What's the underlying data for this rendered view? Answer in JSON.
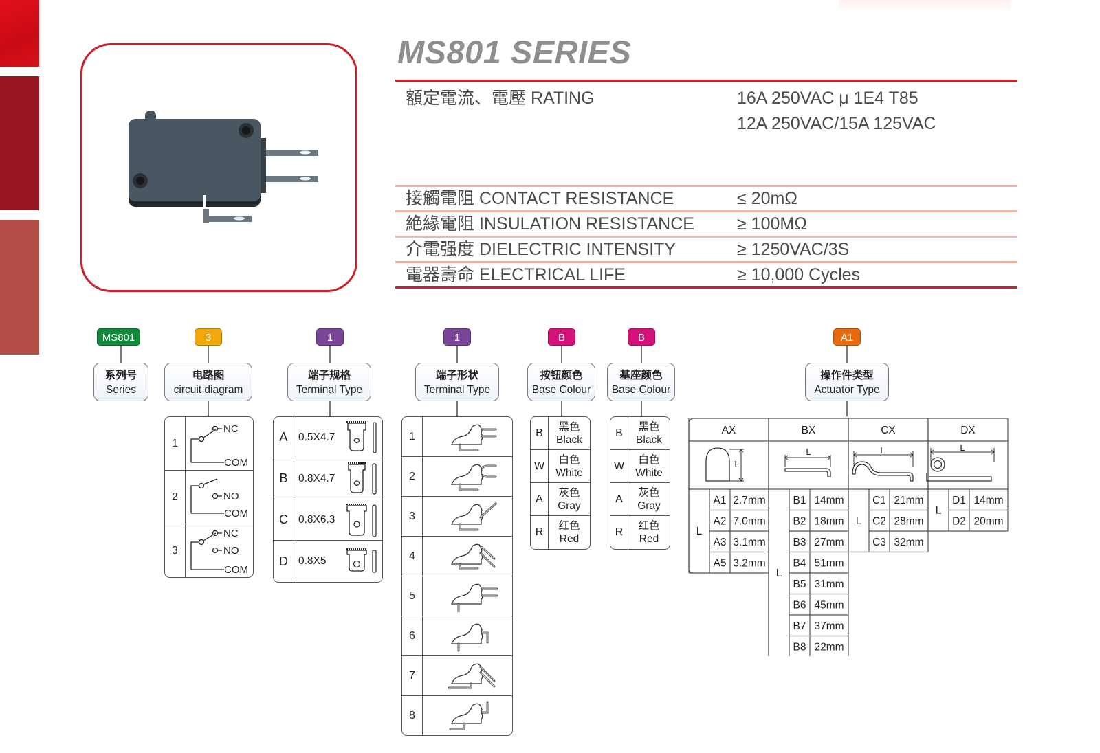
{
  "page": {
    "series_title": "MS801 SERIES",
    "colors": {
      "brand_red": "#cc1f2a",
      "divider_pink": "#efb6a8",
      "title_gray": "#8e8e90"
    }
  },
  "product_photo": {
    "alt": "MS801 micro switch, dark gray body with three quick-connect terminals"
  },
  "specs": {
    "rating": {
      "label": "額定電流、電壓 RATING",
      "values": [
        "16A 250VAC μ 1E4 T85",
        "12A 250VAC/15A 125VAC"
      ]
    },
    "rows": [
      {
        "label": "接觸電阻 CONTACT RESISTANCE",
        "value": "≤ 20mΩ"
      },
      {
        "label": "絶緣電阻 INSULATION RESISTANCE",
        "value": "≥ 100MΩ"
      },
      {
        "label": "介電强度 DIELECTRIC INTENSITY",
        "value": "≥ 1250VAC/3S"
      },
      {
        "label": "電器壽命 ELECTRICAL LIFE",
        "value": "≥ 10,000 Cycles"
      }
    ]
  },
  "ordering_code": {
    "segments": [
      {
        "code": "MS801",
        "color": "#0f8a3a",
        "zh": "系列号",
        "en": "Series"
      },
      {
        "code": "3",
        "color": "#f2a80a",
        "zh": "电路图",
        "en": "circuit diagram"
      },
      {
        "code": "1",
        "color": "#7b4597",
        "zh": "端子规格",
        "en": "Terminal Type"
      },
      {
        "code": "1",
        "color": "#7b4597",
        "zh": "端子形状",
        "en": "Terminal Type"
      },
      {
        "code": "B",
        "color": "#d4107a",
        "zh": "按钮颜色",
        "en": "Base Colour"
      },
      {
        "code": "B",
        "color": "#d4107a",
        "zh": "基座颜色",
        "en": "Base Colour"
      },
      {
        "code": "A1",
        "color": "#e8690f",
        "zh": "操作件类型",
        "en": "Actuator Type"
      }
    ]
  },
  "circuit_diagram": {
    "rows": [
      {
        "num": "1",
        "terminals": [
          "NC",
          "COM"
        ]
      },
      {
        "num": "2",
        "terminals": [
          "NO",
          "COM"
        ]
      },
      {
        "num": "3",
        "terminals": [
          "NC",
          "NO",
          "COM"
        ]
      }
    ]
  },
  "terminal_spec": {
    "rows": [
      {
        "letter": "A",
        "size": "0.5X4.7"
      },
      {
        "letter": "B",
        "size": "0.8X4.7"
      },
      {
        "letter": "C",
        "size": "0.8X6.3"
      },
      {
        "letter": "D",
        "size": "0.8X5"
      }
    ]
  },
  "terminal_shape": {
    "rows": [
      {
        "num": "1"
      },
      {
        "num": "2"
      },
      {
        "num": "3"
      },
      {
        "num": "4"
      },
      {
        "num": "5"
      },
      {
        "num": "6"
      },
      {
        "num": "7"
      },
      {
        "num": "8"
      }
    ]
  },
  "button_colour": {
    "rows": [
      {
        "letter": "B",
        "zh": "黑色",
        "en": "Black"
      },
      {
        "letter": "W",
        "zh": "白色",
        "en": "White"
      },
      {
        "letter": "A",
        "zh": "灰色",
        "en": "Gray"
      },
      {
        "letter": "R",
        "zh": "红色",
        "en": "Red"
      }
    ]
  },
  "base_colour": {
    "rows": [
      {
        "letter": "B",
        "zh": "黑色",
        "en": "Black"
      },
      {
        "letter": "W",
        "zh": "白色",
        "en": "White"
      },
      {
        "letter": "A",
        "zh": "灰色",
        "en": "Gray"
      },
      {
        "letter": "R",
        "zh": "红色",
        "en": "Red"
      }
    ]
  },
  "actuator_type": {
    "dimension_label": "L",
    "groups": [
      {
        "name": "AX",
        "items": [
          {
            "code": "A1",
            "length": "2.7mm"
          },
          {
            "code": "A2",
            "length": "7.0mm"
          },
          {
            "code": "A3",
            "length": "3.1mm"
          },
          {
            "code": "A5",
            "length": "3.2mm"
          }
        ]
      },
      {
        "name": "BX",
        "items": [
          {
            "code": "B1",
            "length": "14mm"
          },
          {
            "code": "B2",
            "length": "18mm"
          },
          {
            "code": "B3",
            "length": "27mm"
          },
          {
            "code": "B4",
            "length": "51mm"
          },
          {
            "code": "B5",
            "length": "31mm"
          },
          {
            "code": "B6",
            "length": "45mm"
          },
          {
            "code": "B7",
            "length": "37mm"
          },
          {
            "code": "B8",
            "length": "22mm"
          }
        ]
      },
      {
        "name": "CX",
        "items": [
          {
            "code": "C1",
            "length": "21mm"
          },
          {
            "code": "C2",
            "length": "28mm"
          },
          {
            "code": "C3",
            "length": "32mm"
          }
        ]
      },
      {
        "name": "DX",
        "items": [
          {
            "code": "D1",
            "length": "14mm"
          },
          {
            "code": "D2",
            "length": "20mm"
          }
        ]
      }
    ]
  }
}
